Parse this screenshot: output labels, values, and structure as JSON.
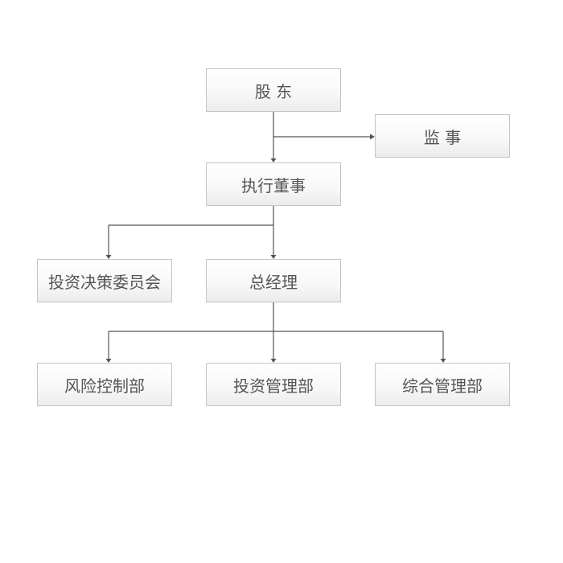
{
  "diagram": {
    "nodes": {
      "shareholder": "股 东",
      "supervisor": "监 事",
      "director": "执行董事",
      "committee": "投资决策委员会",
      "general_manager": "总经理",
      "risk_control": "风险控制部",
      "investment_mgmt": "投资管理部",
      "general_mgmt": "综合管理部"
    },
    "colors": {
      "line": "#555555",
      "box_border": "#c4c4c4",
      "text": "#555555"
    }
  }
}
